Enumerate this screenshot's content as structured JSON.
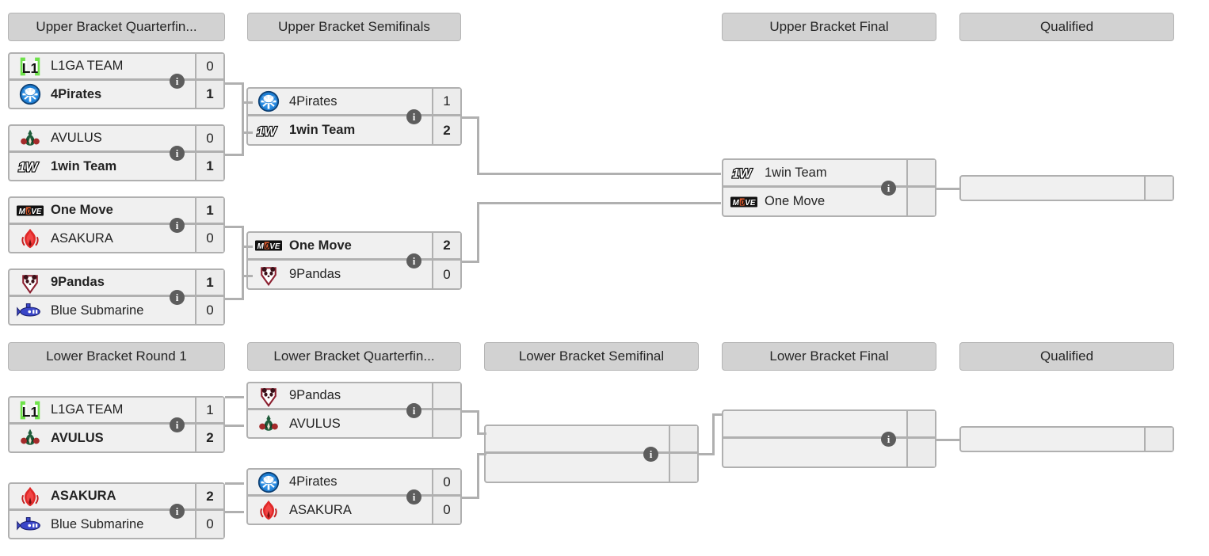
{
  "page": {
    "title": "Tournament Double Elimination Bracket",
    "background": "#ffffff",
    "accent_border": "#b0b0b0",
    "header_bg": "#d2d2d2",
    "info_badge_color": "#5d5d5d"
  },
  "rounds": {
    "ub_quarterfinals": "Upper Bracket Quarterfin...",
    "ub_semifinals": "Upper Bracket Semifinals",
    "ub_final": "Upper Bracket Final",
    "ub_qualified": "Qualified",
    "lb_round1": "Lower Bracket Round 1",
    "lb_quarterfinals": "Lower Bracket Quarterfin...",
    "lb_semifinal": "Lower Bracket Semifinal",
    "lb_final": "Lower Bracket Final",
    "lb_qualified": "Qualified"
  },
  "icons": {
    "info": "i",
    "info_name": "info-icon"
  },
  "matches": {
    "ubqf1": {
      "top": {
        "name": "L1GA TEAM",
        "score": "0",
        "logo": "l1ga",
        "winner": false
      },
      "bottom": {
        "name": "4Pirates",
        "score": "1",
        "logo": "4pirates",
        "winner": true
      }
    },
    "ubqf2": {
      "top": {
        "name": "AVULUS",
        "score": "0",
        "logo": "avulus",
        "winner": false
      },
      "bottom": {
        "name": "1win Team",
        "score": "1",
        "logo": "1win",
        "winner": true
      }
    },
    "ubqf3": {
      "top": {
        "name": "One Move",
        "score": "1",
        "logo": "onemove",
        "winner": true
      },
      "bottom": {
        "name": "ASAKURA",
        "score": "0",
        "logo": "asakura",
        "winner": false
      }
    },
    "ubqf4": {
      "top": {
        "name": "9Pandas",
        "score": "1",
        "logo": "9pandas",
        "winner": true
      },
      "bottom": {
        "name": "Blue Submarine",
        "score": "0",
        "logo": "bluesub",
        "winner": false
      }
    },
    "ubsf1": {
      "top": {
        "name": "4Pirates",
        "score": "1",
        "logo": "4pirates",
        "winner": false
      },
      "bottom": {
        "name": "1win Team",
        "score": "2",
        "logo": "1win",
        "winner": true
      }
    },
    "ubsf2": {
      "top": {
        "name": "One Move",
        "score": "2",
        "logo": "onemove",
        "winner": true
      },
      "bottom": {
        "name": "9Pandas",
        "score": "0",
        "logo": "9pandas",
        "winner": false
      }
    },
    "ubf": {
      "top": {
        "name": "1win Team",
        "score": "",
        "logo": "1win",
        "winner": false
      },
      "bottom": {
        "name": "One Move",
        "score": "",
        "logo": "onemove",
        "winner": false
      }
    },
    "ub_qualified": {
      "top": {
        "name": "",
        "score": "",
        "logo": "none",
        "winner": false
      }
    },
    "lbr1_1": {
      "top": {
        "name": "L1GA TEAM",
        "score": "1",
        "logo": "l1ga",
        "winner": false
      },
      "bottom": {
        "name": "AVULUS",
        "score": "2",
        "logo": "avulus",
        "winner": true
      }
    },
    "lbr1_2": {
      "top": {
        "name": "ASAKURA",
        "score": "2",
        "logo": "asakura",
        "winner": true
      },
      "bottom": {
        "name": "Blue Submarine",
        "score": "0",
        "logo": "bluesub",
        "winner": false
      }
    },
    "lbqf1": {
      "top": {
        "name": "9Pandas",
        "score": "",
        "logo": "9pandas",
        "winner": false
      },
      "bottom": {
        "name": "AVULUS",
        "score": "",
        "logo": "avulus",
        "winner": false
      }
    },
    "lbqf2": {
      "top": {
        "name": "4Pirates",
        "score": "0",
        "logo": "4pirates",
        "winner": false
      },
      "bottom": {
        "name": "ASAKURA",
        "score": "0",
        "logo": "asakura",
        "winner": false
      }
    },
    "lbsf": {
      "top": {
        "name": "",
        "score": "",
        "logo": "none",
        "winner": false
      },
      "bottom": {
        "name": "",
        "score": "",
        "logo": "none",
        "winner": false
      }
    },
    "lbf": {
      "top": {
        "name": "",
        "score": "",
        "logo": "none",
        "winner": false
      },
      "bottom": {
        "name": "",
        "score": "",
        "logo": "none",
        "winner": false
      }
    },
    "lb_qualified": {
      "top": {
        "name": "",
        "score": "",
        "logo": "none",
        "winner": false
      }
    }
  },
  "teams": {
    "l1ga": {
      "label": "L1GA TEAM",
      "logo_name": "l1ga-logo",
      "color": "#6ee24a"
    },
    "4pirates": {
      "label": "4Pirates",
      "logo_name": "4pirates-logo",
      "color": "#1f7fd4"
    },
    "avulus": {
      "label": "AVULUS",
      "logo_name": "avulus-logo",
      "color": "#1f5c3a"
    },
    "1win": {
      "label": "1win Team",
      "logo_name": "1win-logo",
      "color": "#ffffff"
    },
    "onemove": {
      "label": "One Move",
      "logo_name": "onemove-logo",
      "color": "#e06030"
    },
    "asakura": {
      "label": "ASAKURA",
      "logo_name": "asakura-logo",
      "color": "#e02828"
    },
    "9pandas": {
      "label": "9Pandas",
      "logo_name": "9pandas-logo",
      "color": "#8c2030"
    },
    "bluesub": {
      "label": "Blue Submarine",
      "logo_name": "bluesub-logo",
      "color": "#3a46c8"
    }
  }
}
